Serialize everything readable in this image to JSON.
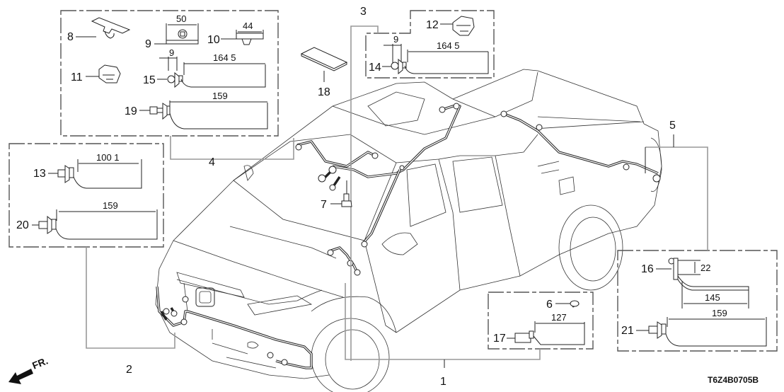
{
  "diagram": {
    "title": "Wire Harness Clips and Clamps",
    "code": "T6Z4B0705B",
    "direction_label": "FR.",
    "callouts": {
      "c1": "1",
      "c2": "2",
      "c3": "3",
      "c4": "4",
      "c5": "5",
      "c6": "6",
      "c7": "7",
      "c8": "8",
      "c9": "9",
      "c10": "10",
      "c11": "11",
      "c12": "12",
      "c13": "13",
      "c14": "14",
      "c15": "15",
      "c16": "16",
      "c17": "17",
      "c18": "18",
      "c19": "19",
      "c20": "20",
      "c21": "21"
    },
    "dimensions": {
      "d9_width": "50",
      "d10_width": "44",
      "d15_head": "9",
      "d15_length": "164 5",
      "d19_length": "159",
      "d14_head": "9",
      "d14_length": "164 5",
      "d13_length": "100 1",
      "d20_length": "159",
      "d16_height": "22",
      "d16_length": "145",
      "d21_length": "159",
      "d17_length": "127"
    }
  }
}
